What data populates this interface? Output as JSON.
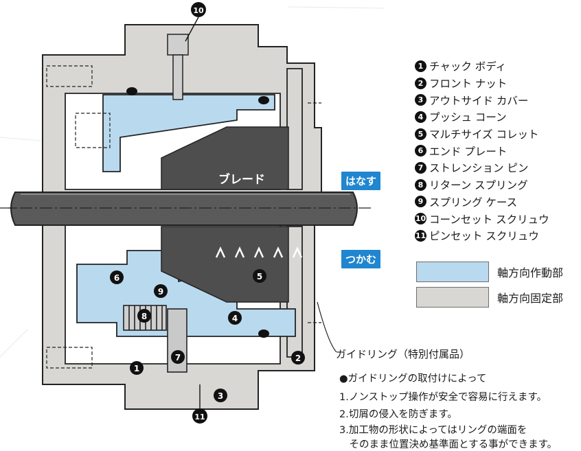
{
  "legend": [
    {
      "num": "1",
      "label": "チャック ボディ"
    },
    {
      "num": "2",
      "label": "フロント ナット"
    },
    {
      "num": "3",
      "label": "アウトサイド カバー"
    },
    {
      "num": "4",
      "label": "プッシュ コーン"
    },
    {
      "num": "5",
      "label": "マルチサイズ コレット"
    },
    {
      "num": "6",
      "label": "エンド プレート"
    },
    {
      "num": "7",
      "label": "ストレンション ピン"
    },
    {
      "num": "8",
      "label": "リターン スプリング"
    },
    {
      "num": "9",
      "label": "スプリング ケース"
    },
    {
      "num": "10",
      "label": "コーンセット スクリュウ"
    },
    {
      "num": "11",
      "label": "ピンセット スクリュウ"
    }
  ],
  "swatches": {
    "moving": {
      "label": "軸方向作動部",
      "color": "#b9d9ee"
    },
    "fixed": {
      "label": "軸方向固定部",
      "color": "#d8d7d4"
    }
  },
  "tags": {
    "release": "はなす",
    "grip": "つかむ"
  },
  "blade_label": "ブレード",
  "guide_ring_label": "ガイドリング（特別付属品）",
  "notes": {
    "heading": "●ガイドリングの取付けによって",
    "items": [
      "1.ノンストップ操作が安全で容易に行えます。",
      "2.切屑の侵入を防ぎます。",
      "3.加工物の形状によってはリングの端面を",
      "　そのまま位置決め基準面とする事ができます。"
    ]
  },
  "callouts": [
    "10",
    "6",
    "9",
    "5",
    "8",
    "4",
    "7",
    "1",
    "2",
    "3",
    "11"
  ],
  "colors": {
    "blue": "#1f86cf",
    "part_blue": "#b9d9ee",
    "part_gray": "#d8d7d4",
    "collet": "#4e4e4e",
    "rod": "#5a5a5a"
  }
}
